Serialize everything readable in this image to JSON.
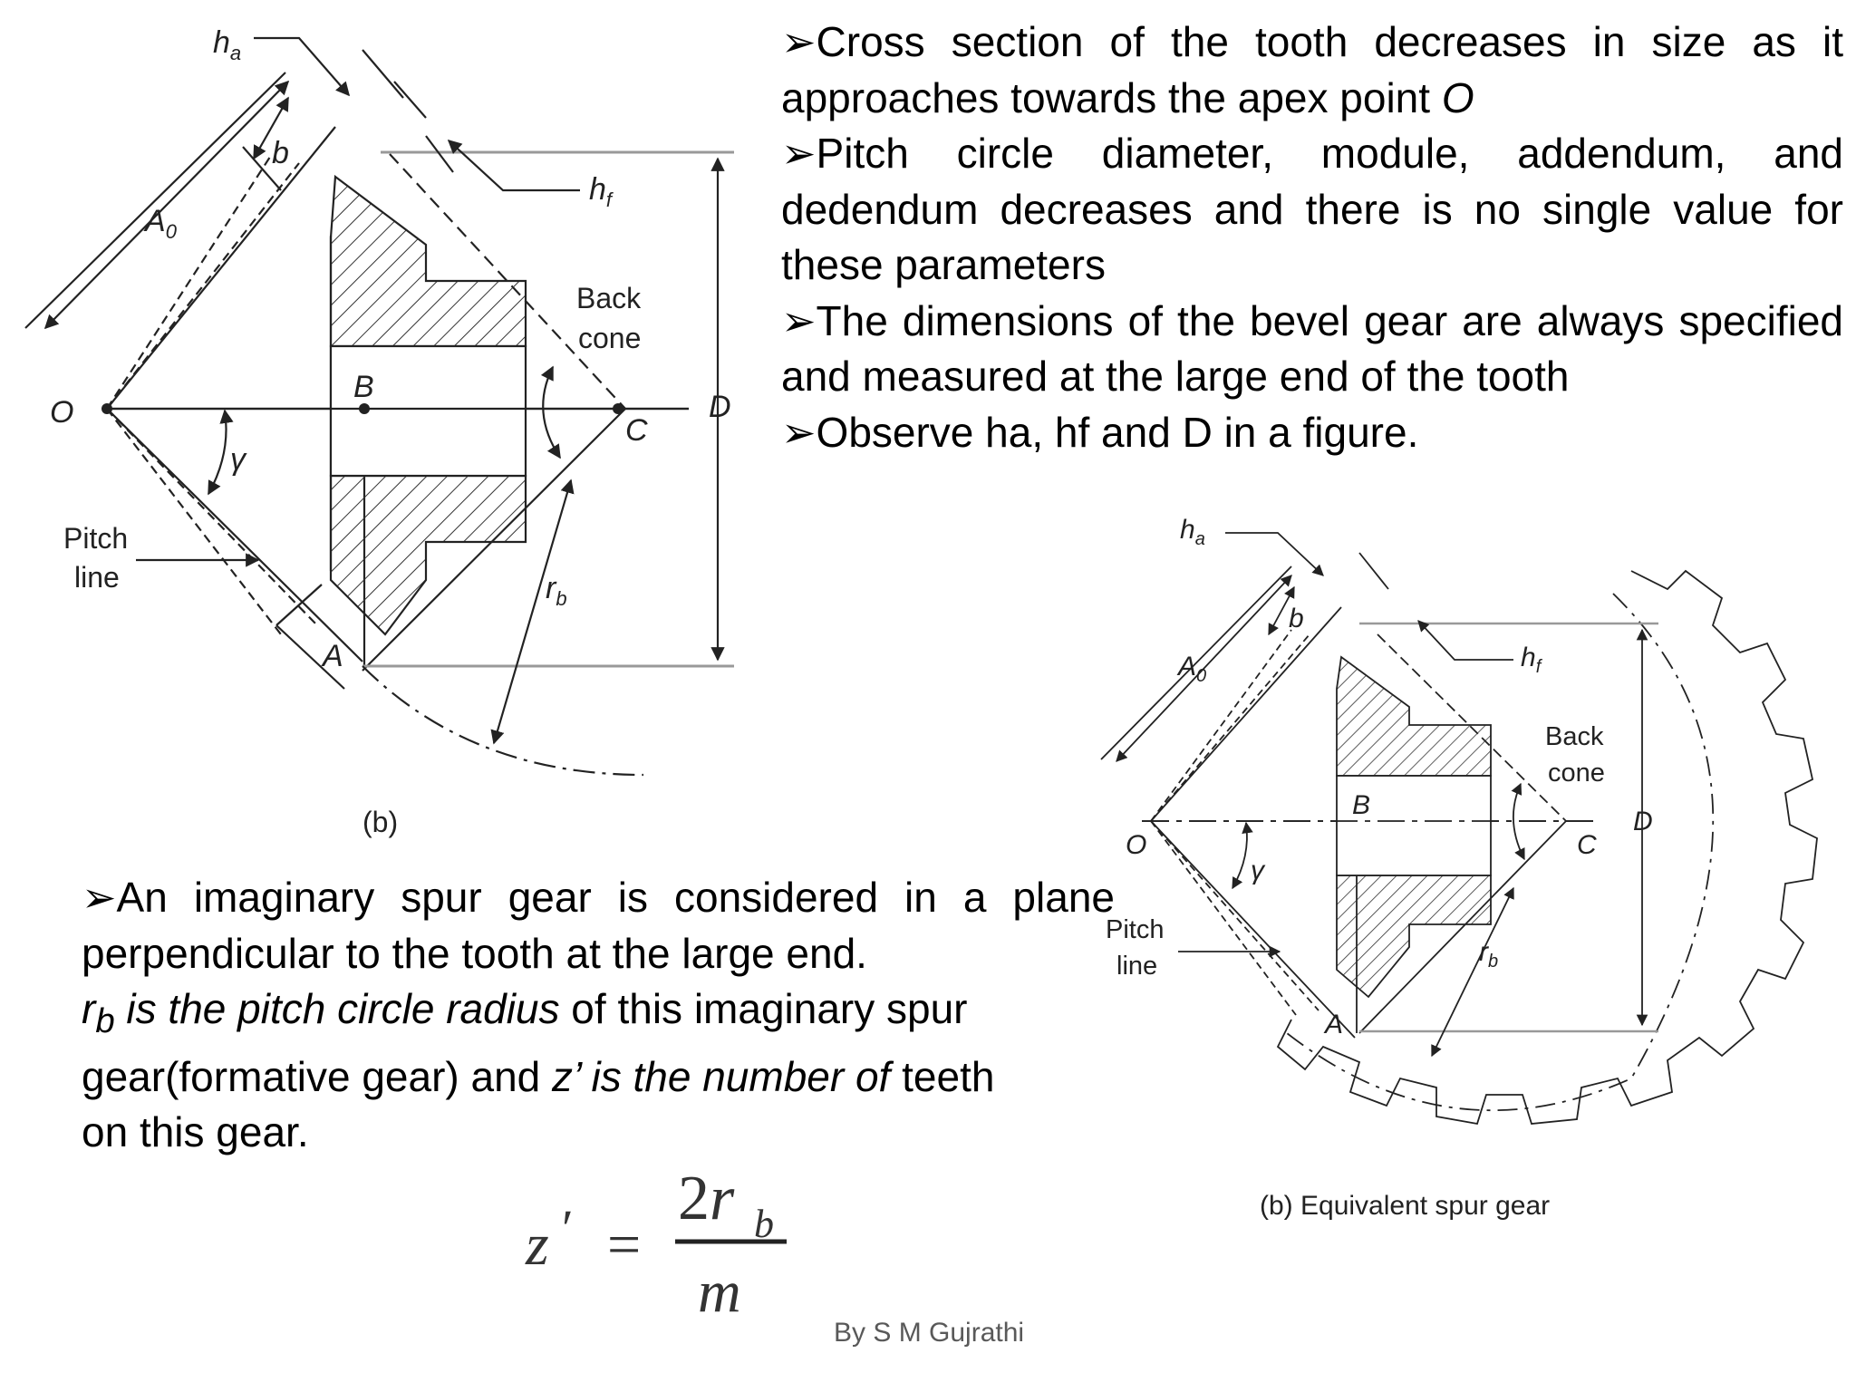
{
  "bullets": [
    {
      "text": "Cross section of the tooth decreases in size as it approaches towards the apex point ",
      "emph": "O"
    },
    {
      "text": "Pitch circle diameter, module, addendum, and dedendum decreases and there is no single value for these parameters",
      "emph": ""
    },
    {
      "text": "The dimensions of the bevel gear are always specified and measured at the large end of the tooth",
      "emph": ""
    },
    {
      "text": "Observe ha, hf and D in a figure.",
      "emph": ""
    }
  ],
  "lower_text": {
    "line1": "An imaginary spur gear is considered in a plane perpendicular to the tooth at the large end.",
    "rb_symbol": "r",
    "rb_sub": "b",
    "rb_def": " is the pitch circle radius",
    "line2_rest": " of this imaginary spur gear(formative gear) and ",
    "z_def": "z’ is the number of",
    "line3_rest": " teeth on this gear."
  },
  "formula": {
    "lhs": "z",
    "prime": "′",
    "eq": "=",
    "num": "2r",
    "num_sub": "b",
    "den": "m"
  },
  "credit": "By S M Gujrathi",
  "figure_left": {
    "caption": "(b)",
    "labels": {
      "ha": "h",
      "ha_sub": "a",
      "hf": "h",
      "hf_sub": "f",
      "b": "b",
      "A0": "A",
      "A0_sub": "0",
      "O": "O",
      "B": "B",
      "C": "C",
      "D": "D",
      "A": "A",
      "gamma": "γ",
      "pitch1": "Pitch",
      "pitch2": "line",
      "back1": "Back",
      "back2": "cone",
      "rb": "r",
      "rb_sub": "b"
    }
  },
  "figure_right": {
    "caption": "(b) Equivalent spur gear",
    "labels": {
      "ha": "h",
      "ha_sub": "a",
      "hf": "h",
      "hf_sub": "f",
      "b": "b",
      "A0": "A",
      "A0_sub": "0",
      "O": "O",
      "B": "B",
      "C": "C",
      "D": "D",
      "A": "A",
      "gamma": "γ",
      "pitch1": "Pitch",
      "pitch2": "line",
      "back1": "Back",
      "back2": "cone",
      "rb": "r",
      "rb_sub": "b"
    }
  },
  "colors": {
    "text": "#000000",
    "credit": "#595959",
    "line": "#222222",
    "accent_line": "#999999"
  },
  "icons": {
    "bullet": "arrowhead-bullet-icon"
  }
}
